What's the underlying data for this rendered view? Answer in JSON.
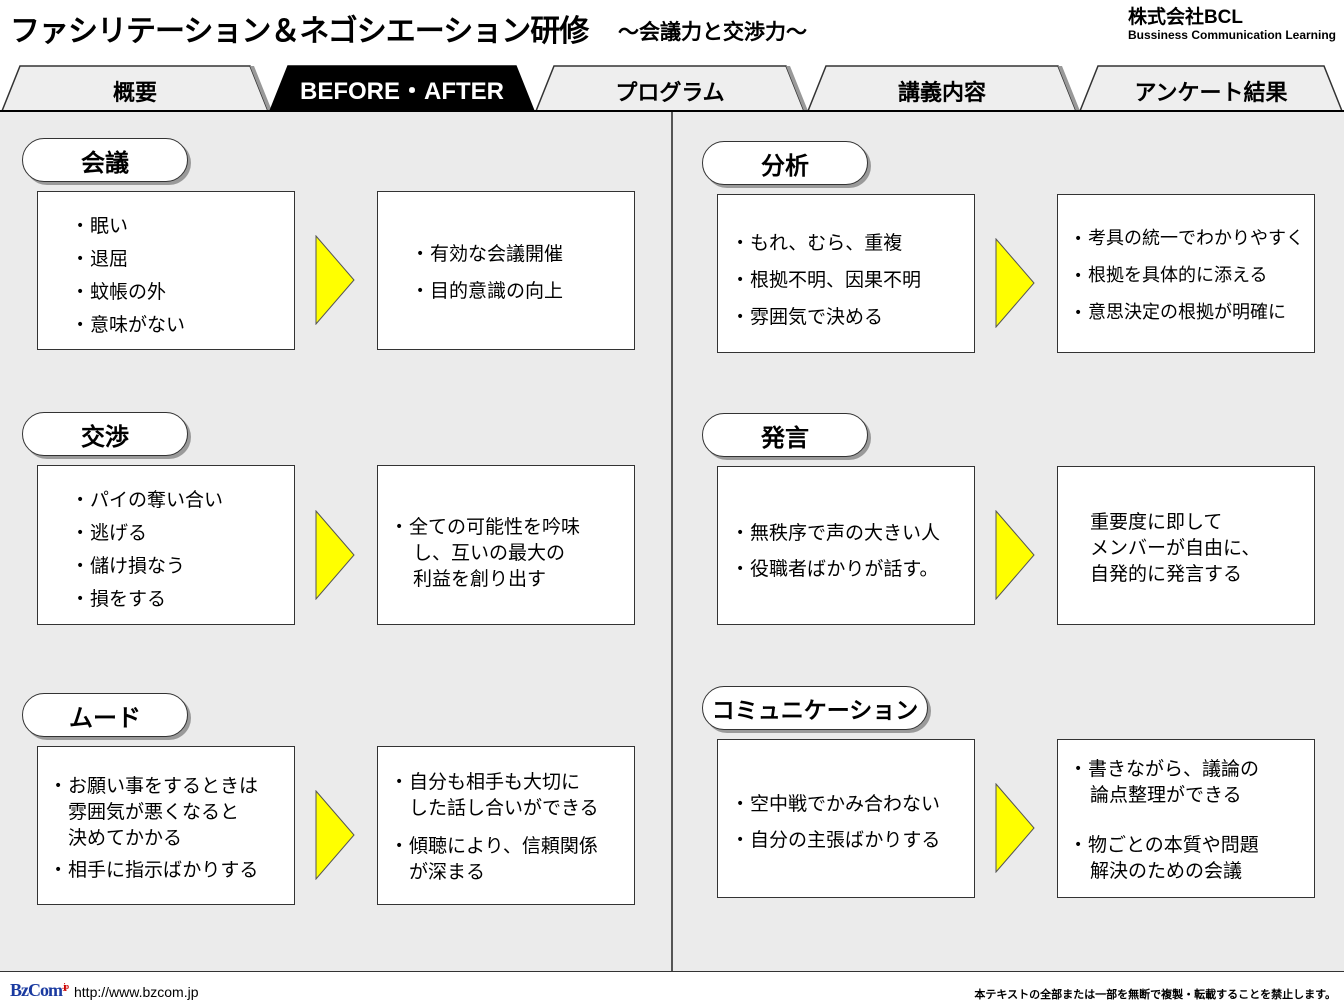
{
  "header": {
    "title": "ファシリテーション＆ネゴシエーション研修",
    "subtitle": "～会議力と交渉力～",
    "company_name": "株式会社BCL",
    "company_tagline": "Bussiness Communication Learning"
  },
  "tabs": [
    {
      "label": "概要",
      "active": false
    },
    {
      "label": "BEFORE・AFTER",
      "active": true
    },
    {
      "label": "プログラム",
      "active": false
    },
    {
      "label": "講義内容",
      "active": false
    },
    {
      "label": "アンケート結果",
      "active": false
    }
  ],
  "sections": {
    "kaigi": {
      "label": "会議",
      "before": [
        "眠い",
        "退屈",
        "蚊帳の外",
        "意味がない"
      ],
      "after": [
        "有効な会議開催",
        "目的意識の向上"
      ]
    },
    "kosho": {
      "label": "交渉",
      "before": [
        "パイの奪い合い",
        "逃げる",
        "儲け損なう",
        "損をする"
      ],
      "after": [
        "全ての可能性を吟味",
        "し、互いの最大の",
        "利益を創り出す"
      ]
    },
    "mood": {
      "label": "ムード",
      "before": [
        "お願い事をするときは",
        "雰囲気が悪くなると",
        "決めてかかる",
        "相手に指示ばかりする"
      ],
      "after": [
        "自分も相手も大切に",
        "した話し合いができる",
        "傾聴により、信頼関係",
        "が深まる"
      ]
    },
    "bunseki": {
      "label": "分析",
      "before": [
        "もれ、むら、重複",
        "根拠不明、因果不明",
        "雰囲気で決める"
      ],
      "after": [
        "考具の統一でわかりやすく",
        "根拠を具体的に添える",
        "意思決定の根拠が明確に"
      ]
    },
    "hatsugen": {
      "label": "発言",
      "before": [
        "無秩序で声の大きい人",
        "役職者ばかりが話す。"
      ],
      "after": [
        "重要度に即して",
        "メンバーが自由に、",
        "自発的に発言する"
      ]
    },
    "comm": {
      "label": "コミュニケーション",
      "before": [
        "空中戦でかみ合わない",
        "自分の主張ばかりする"
      ],
      "after": [
        "書きながら、議論の",
        "論点整理ができる",
        "物ごとの本質や問題",
        "解決のための会議"
      ]
    }
  },
  "footer": {
    "logo": "BzCom",
    "logo_sup": ".jp",
    "url": "http://www.bzcom.jp",
    "notice": "本テキストの全部または一部を無断で複製・転載することを禁止します。"
  },
  "colors": {
    "arrow": "#ffff00",
    "panel_bg": "#ebebeb",
    "tab_bg": "#f0f0f0",
    "tab_active": "#000000"
  }
}
